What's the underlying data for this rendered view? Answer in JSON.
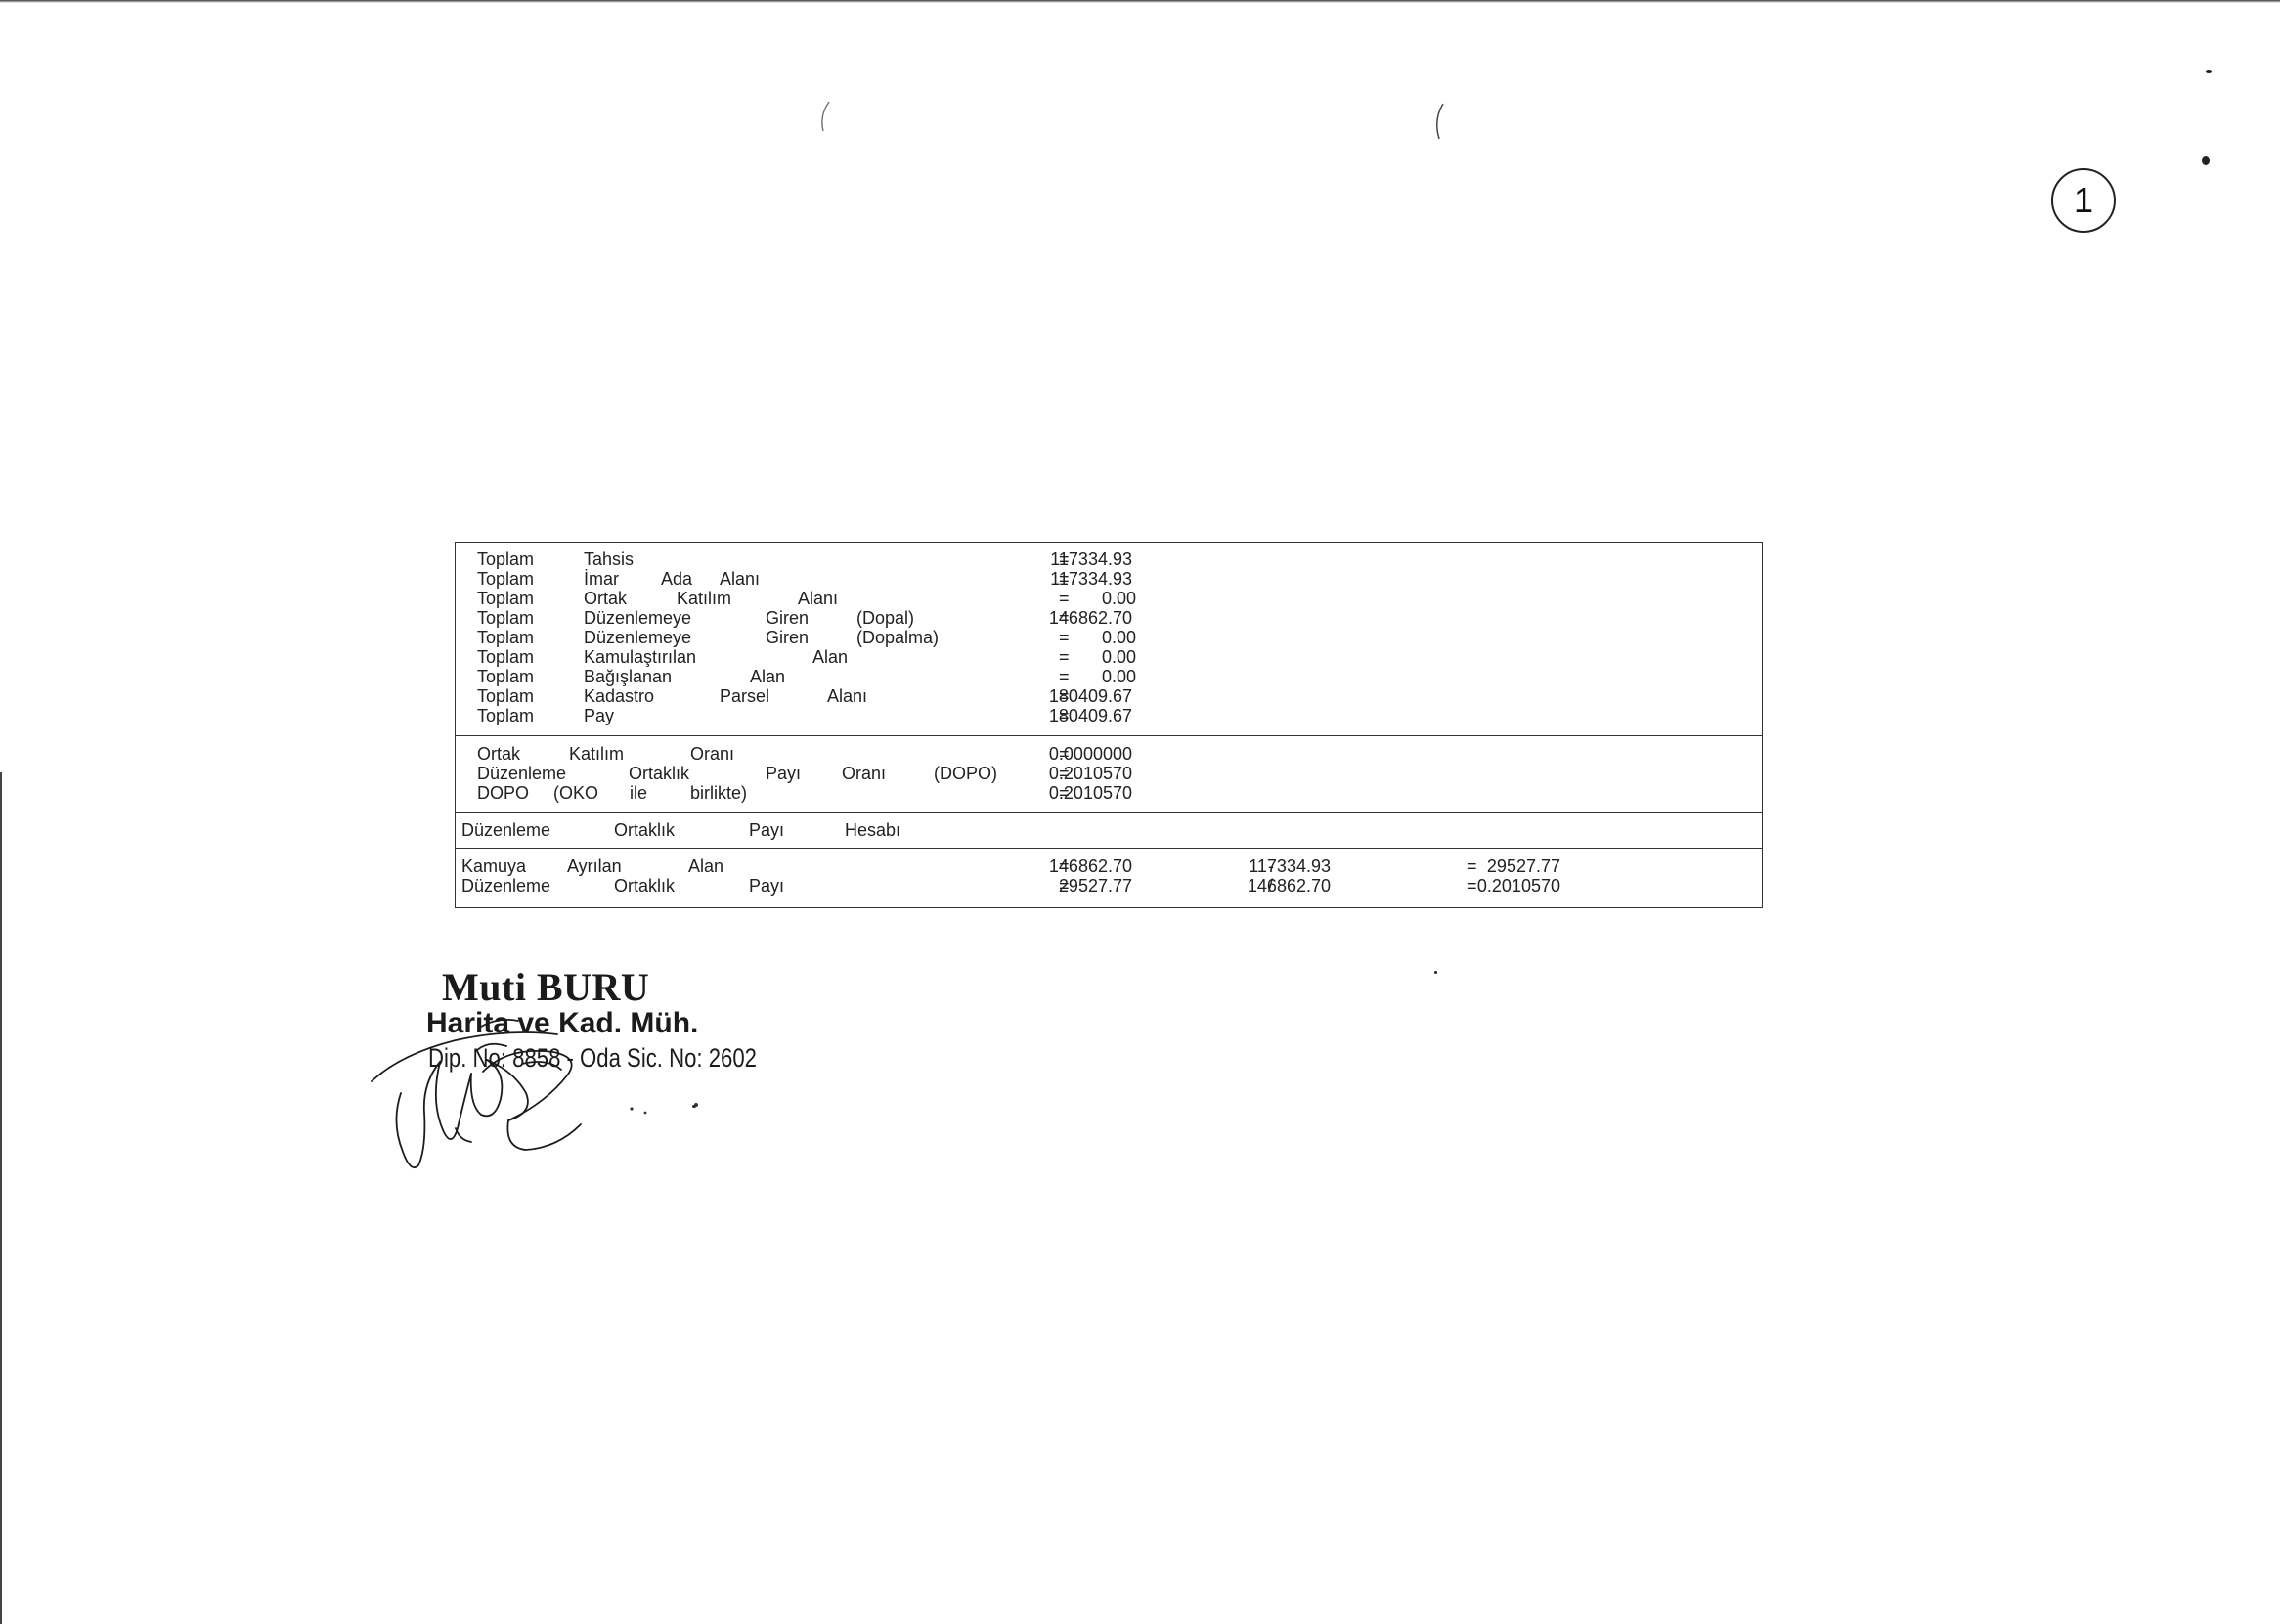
{
  "page_number": "1",
  "section_totals": {
    "rows": [
      {
        "words": [
          "Toplam",
          "Tahsis"
        ],
        "eq": "=",
        "value": "117334.93"
      },
      {
        "words": [
          "Toplam",
          "İmar",
          "Ada",
          "Alanı"
        ],
        "eq": "=",
        "value": "117334.93"
      },
      {
        "words": [
          "Toplam",
          "Ortak",
          "Katılım",
          "Alanı"
        ],
        "eq": "=",
        "value": "0.00"
      },
      {
        "words": [
          "Toplam",
          "Düzenlemeye",
          "Giren",
          "(Dopal)"
        ],
        "eq": "=",
        "value": "146862.70"
      },
      {
        "words": [
          "Toplam",
          "Düzenlemeye",
          "Giren",
          "(Dopalma)"
        ],
        "eq": "=",
        "value": "0.00"
      },
      {
        "words": [
          "Toplam",
          "Kamulaştırılan",
          "Alan"
        ],
        "eq": "=",
        "value": "0.00"
      },
      {
        "words": [
          "Toplam",
          "Bağışlanan",
          "Alan"
        ],
        "eq": "=",
        "value": "0.00"
      },
      {
        "words": [
          "Toplam",
          "Kadastro",
          "Parsel",
          "Alanı"
        ],
        "eq": "=",
        "value": "180409.67"
      },
      {
        "words": [
          "Toplam",
          "Pay"
        ],
        "eq": "=",
        "value": "180409.67"
      }
    ]
  },
  "section_ratios": {
    "rows": [
      {
        "words": [
          "Ortak",
          "Katılım",
          "Oranı"
        ],
        "eq": "=",
        "value": "0.0000000"
      },
      {
        "words": [
          "Düzenleme",
          "Ortaklık",
          "Payı",
          "Oranı",
          "(DOPO)"
        ],
        "eq": "=",
        "value": "0.2010570"
      },
      {
        "words": [
          "DOPO",
          "(OKO",
          "ile",
          "birlikte)"
        ],
        "eq": "=",
        "value": "0.2010570"
      }
    ]
  },
  "section_heading": {
    "words": [
      "Düzenleme",
      "Ortaklık",
      "Payı",
      "Hesabı"
    ]
  },
  "section_calc": {
    "rows": [
      {
        "words": [
          "Kamuya",
          "Ayrılan",
          "Alan"
        ],
        "eq": "=",
        "a": "146862.70",
        "op": "-",
        "b": "117334.93",
        "eq2": "=",
        "result": "29527.77"
      },
      {
        "words": [
          "Düzenleme",
          "Ortaklık",
          "Payı"
        ],
        "eq": "=",
        "a": "29527.77",
        "op": "/",
        "b": "146862.70",
        "eq2": "=",
        "result": "0.2010570"
      }
    ]
  },
  "stamp": {
    "name": "Muti BURU",
    "title": "Harita ve Kad. Müh.",
    "registration": "Dip. No: 8858 - Oda Sic. No: 2602"
  },
  "colors": {
    "ink": "#1a1a1a",
    "border": "#333333",
    "paper": "#ffffff"
  }
}
